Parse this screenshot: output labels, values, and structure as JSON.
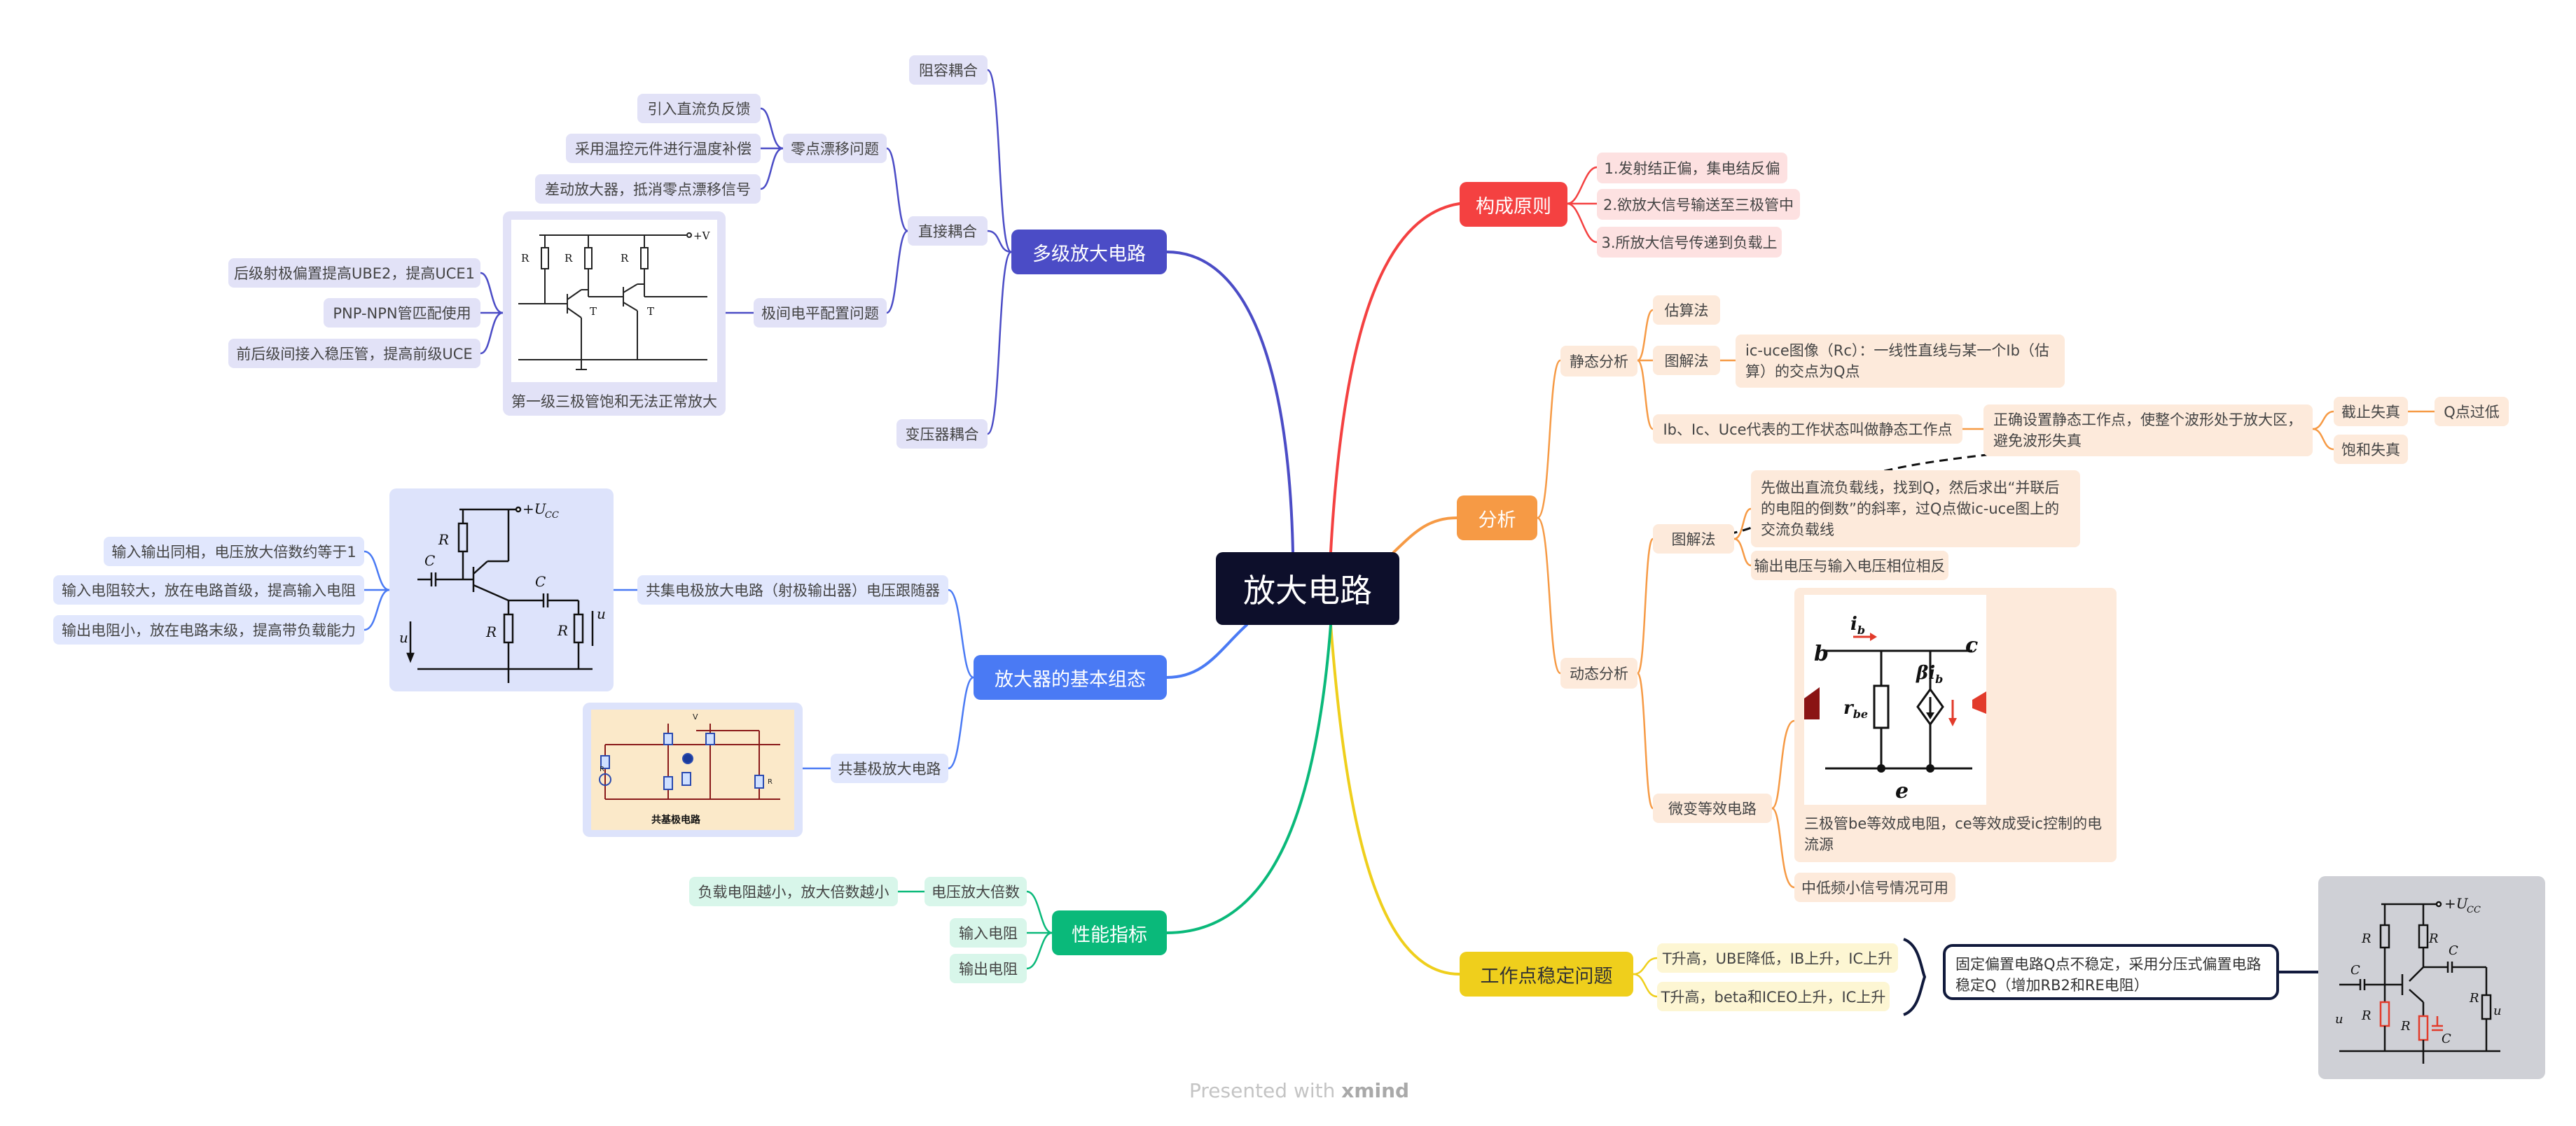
{
  "center": "放大电路",
  "composition": {
    "title": "构成原则",
    "items": [
      "1.发射结正偏，集电结反偏",
      "2.欲放大信号输送至三极管中",
      "3.所放大信号传递到负载上"
    ]
  },
  "analysis": {
    "title": "分析",
    "static": {
      "label": "静态分析",
      "estimate": "估算法",
      "graphic": "图解法",
      "graphic_desc": "ic-uce图像（Rc）：一线性直线与某一个Ib（估算）的交点为Q点",
      "qpoint": "Ib、Ic、Uce代表的工作状态叫做静态工作点",
      "qpoint_desc": "正确设置静态工作点，使整个波形处于放大区，避免波形失真",
      "cutoff": "截止失真",
      "cutoff_desc": "Q点过低",
      "saturation": "饱和失真"
    },
    "dynamic": {
      "label": "动态分析",
      "graphic": "图解法",
      "graphic_desc": "先做出直流负载线，找到Q，然后求出“并联后的电阻的倒数”的斜率，过Q点做ic-uce图上的交流负载线",
      "phase": "输出电压与输入电压相位相反",
      "equiv": "微变等效电路",
      "equiv_desc": "三极管be等效成电阻，ce等效成受ic控制的电流源",
      "lowfreq": "中低频小信号情况可用",
      "circuit_labels": {
        "b": "b",
        "c": "c",
        "e": "e",
        "ib": "i",
        "ib_sub": "b",
        "rbe": "r",
        "rbe_sub": "be",
        "beta": "βi",
        "beta_sub": "b"
      }
    }
  },
  "stability": {
    "title": "工作点稳定问题",
    "items": [
      "T升高，UBE降低，IB上升，IC上升",
      "T升高，beta和ICEO上升，IC上升"
    ],
    "solution": "固定偏置电路Q点不稳定，采用分压式偏置电路稳定Q（增加RB2和RE电阻）"
  },
  "performance": {
    "title": "性能指标",
    "items": [
      "电压放大倍数",
      "输入电阻",
      "输出电阻"
    ],
    "gain_desc": "负载电阻越小，放大倍数越小"
  },
  "basic": {
    "title": "放大器的基本组态",
    "cc": "共集电极放大电路（射极输出器）电压跟随器",
    "cc_items": [
      "输入输出同相，电压放大倍数约等于1",
      "输入电阻较大，放在电路首级，提高输入电阻",
      "输出电阻小，放在电路末级，提高带负载能力"
    ],
    "cb": "共基极放大电路",
    "cb_caption": "共基极电路"
  },
  "multistage": {
    "title": "多级放大电路",
    "rc": "阻容耦合",
    "direct": "直接耦合",
    "transformer": "变压器耦合",
    "drift": "零点漂移问题",
    "drift_items": [
      "引入直流负反馈",
      "采用温控元件进行温度补偿",
      "差动放大器，抵消零点漂移信号"
    ],
    "level": "极间电平配置问题",
    "level_items": [
      "后级射极偏置提高UBE2，提高UCE1",
      "PNP-NPN管匹配使用",
      "前后级间接入稳压管，提高前级UCE"
    ],
    "level_caption": "第一级三极管饱和无法正常放大"
  },
  "footer": {
    "prefix": "Presented with ",
    "brand": "xmind"
  },
  "colors": {
    "red": "#f44141",
    "orange": "#f69a45",
    "yellow": "#efcf1c",
    "green": "#0ab97a",
    "blue": "#4a7af4",
    "indigo": "#4b4cc6",
    "center": "#0d0f2b"
  }
}
